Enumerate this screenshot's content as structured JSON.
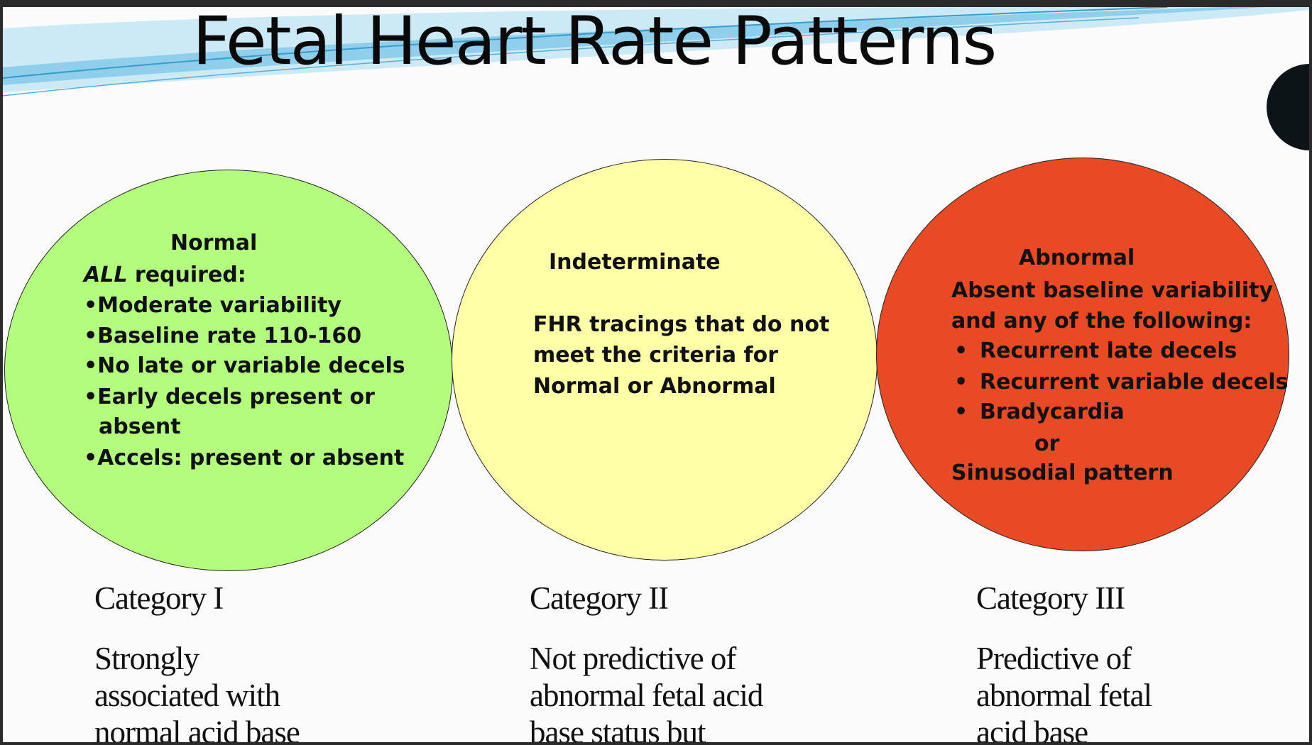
{
  "slide": {
    "title": "Fetal Heart Rate Patterns",
    "colors": {
      "normal": "#b4fc7e",
      "indeterminate": "#ffffa8",
      "abnormal": "#e84a25",
      "swoosh": "#7fc8e8"
    },
    "circles": [
      {
        "heading": "Normal",
        "required_em": "ALL",
        "required_rest": " required:",
        "items": [
          "•Moderate variability",
          "•Baseline rate 110-160",
          "•No late or variable decels",
          "•Early decels present or",
          "absent",
          "•Accels: present or absent"
        ]
      },
      {
        "heading": "Indeterminate",
        "lines": [
          "FHR tracings that do not",
          "meet the criteria for",
          "Normal or Abnormal"
        ]
      },
      {
        "heading": "Abnormal",
        "intro": [
          "Absent baseline variability",
          "and any of the following:"
        ],
        "items": [
          "Recurrent late decels",
          "Recurrent variable decels",
          "Bradycardia"
        ],
        "or": "or",
        "last": "Sinusodial pattern"
      }
    ],
    "categories": [
      {
        "label": "Category I",
        "desc": [
          "Strongly",
          "associated with",
          "normal acid base"
        ]
      },
      {
        "label": "Category II",
        "desc": [
          "Not predictive of",
          "abnormal fetal acid",
          "base status but"
        ]
      },
      {
        "label": "Category III",
        "desc": [
          "Predictive of",
          "abnormal fetal",
          "acid base"
        ]
      }
    ]
  }
}
